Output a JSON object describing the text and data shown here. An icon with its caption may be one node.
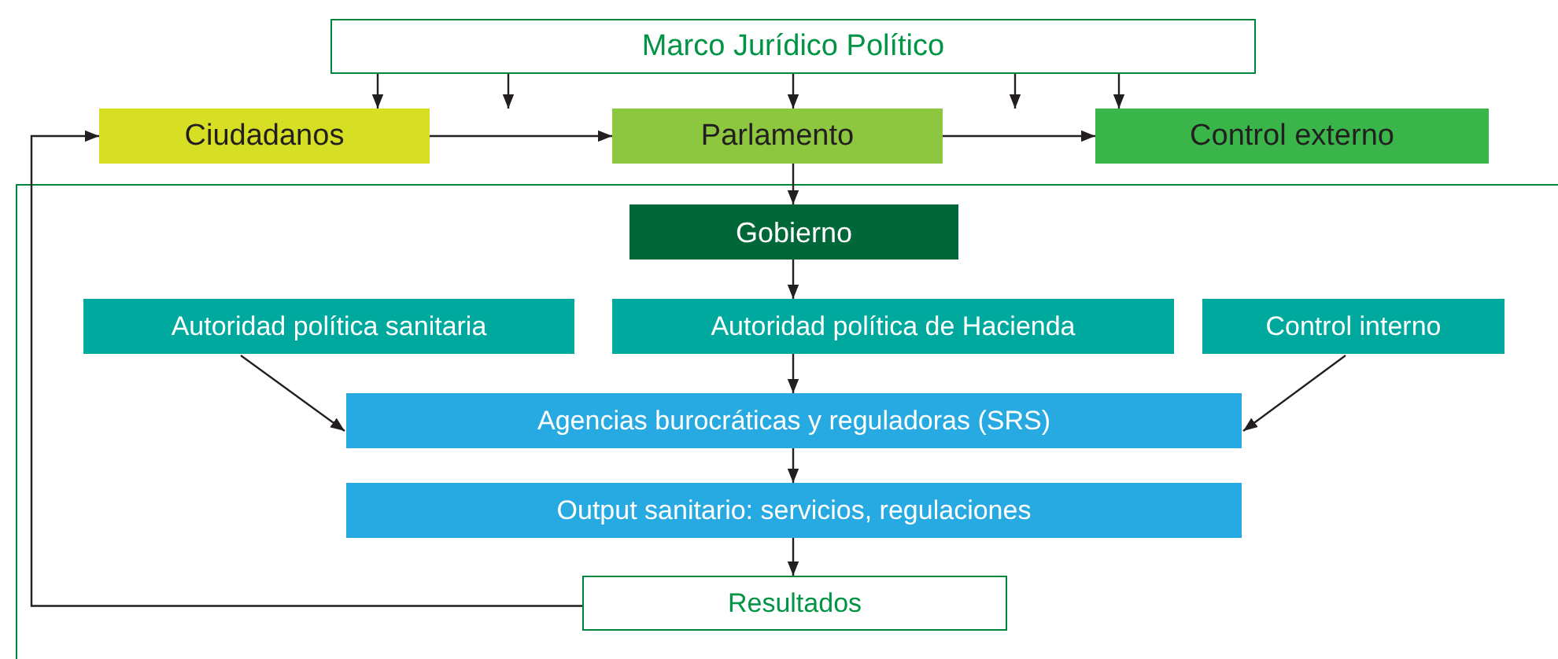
{
  "diagram": {
    "nodes": [
      {
        "text": [
          "Marco Jurídico Político"
        ]
      },
      {
        "text": [
          "Ciudadanos"
        ]
      },
      {
        "text": [
          "Parlamento"
        ]
      },
      {
        "text": [
          "Control externo"
        ]
      },
      {
        "text": [],
        "shape": "box"
      },
      {
        "text": [
          "Gobierno"
        ],
        "in": 4
      },
      {
        "text": [
          "Autoridad política sanitaria"
        ],
        "in": 4
      },
      {
        "text": [
          "Autoridad política de Hacienda"
        ],
        "in": 4
      },
      {
        "text": [
          "Control interno"
        ],
        "in": 4
      },
      {
        "text": [
          "Agencias burocráticas y reguladoras (SRS)"
        ],
        "in": 4
      },
      {
        "text": [
          "Output sanitario: servicios, regulaciones"
        ],
        "in": 4
      },
      {
        "text": [
          "Resultados"
        ],
        "in": 4
      }
    ],
    "edges": [
      {
        "from": 0,
        "to": 1,
        "arrow": "to"
      },
      {
        "from": 0,
        "to": null,
        "arrow": "to"
      },
      {
        "from": 0,
        "to": 2,
        "arrow": "to"
      },
      {
        "from": 0,
        "to": null,
        "arrow": "to"
      },
      {
        "from": 0,
        "to": 3,
        "arrow": "to"
      },
      {
        "from": 1,
        "to": 2,
        "arrow": "to"
      },
      {
        "from": 2,
        "to": 3,
        "arrow": "to"
      },
      {
        "from": 2,
        "to": 5,
        "arrow": "to"
      },
      {
        "from": 5,
        "to": 7,
        "arrow": "to"
      },
      {
        "from": 6,
        "to": 9,
        "arrow": "to"
      },
      {
        "from": 7,
        "to": 9,
        "arrow": "to"
      },
      {
        "from": 8,
        "to": 9,
        "arrow": "to"
      },
      {
        "from": 9,
        "to": 10,
        "arrow": "to"
      },
      {
        "from": 10,
        "to": 11,
        "arrow": "to"
      },
      {
        "from": 11,
        "to": 1,
        "arrow": "to"
      }
    ]
  }
}
